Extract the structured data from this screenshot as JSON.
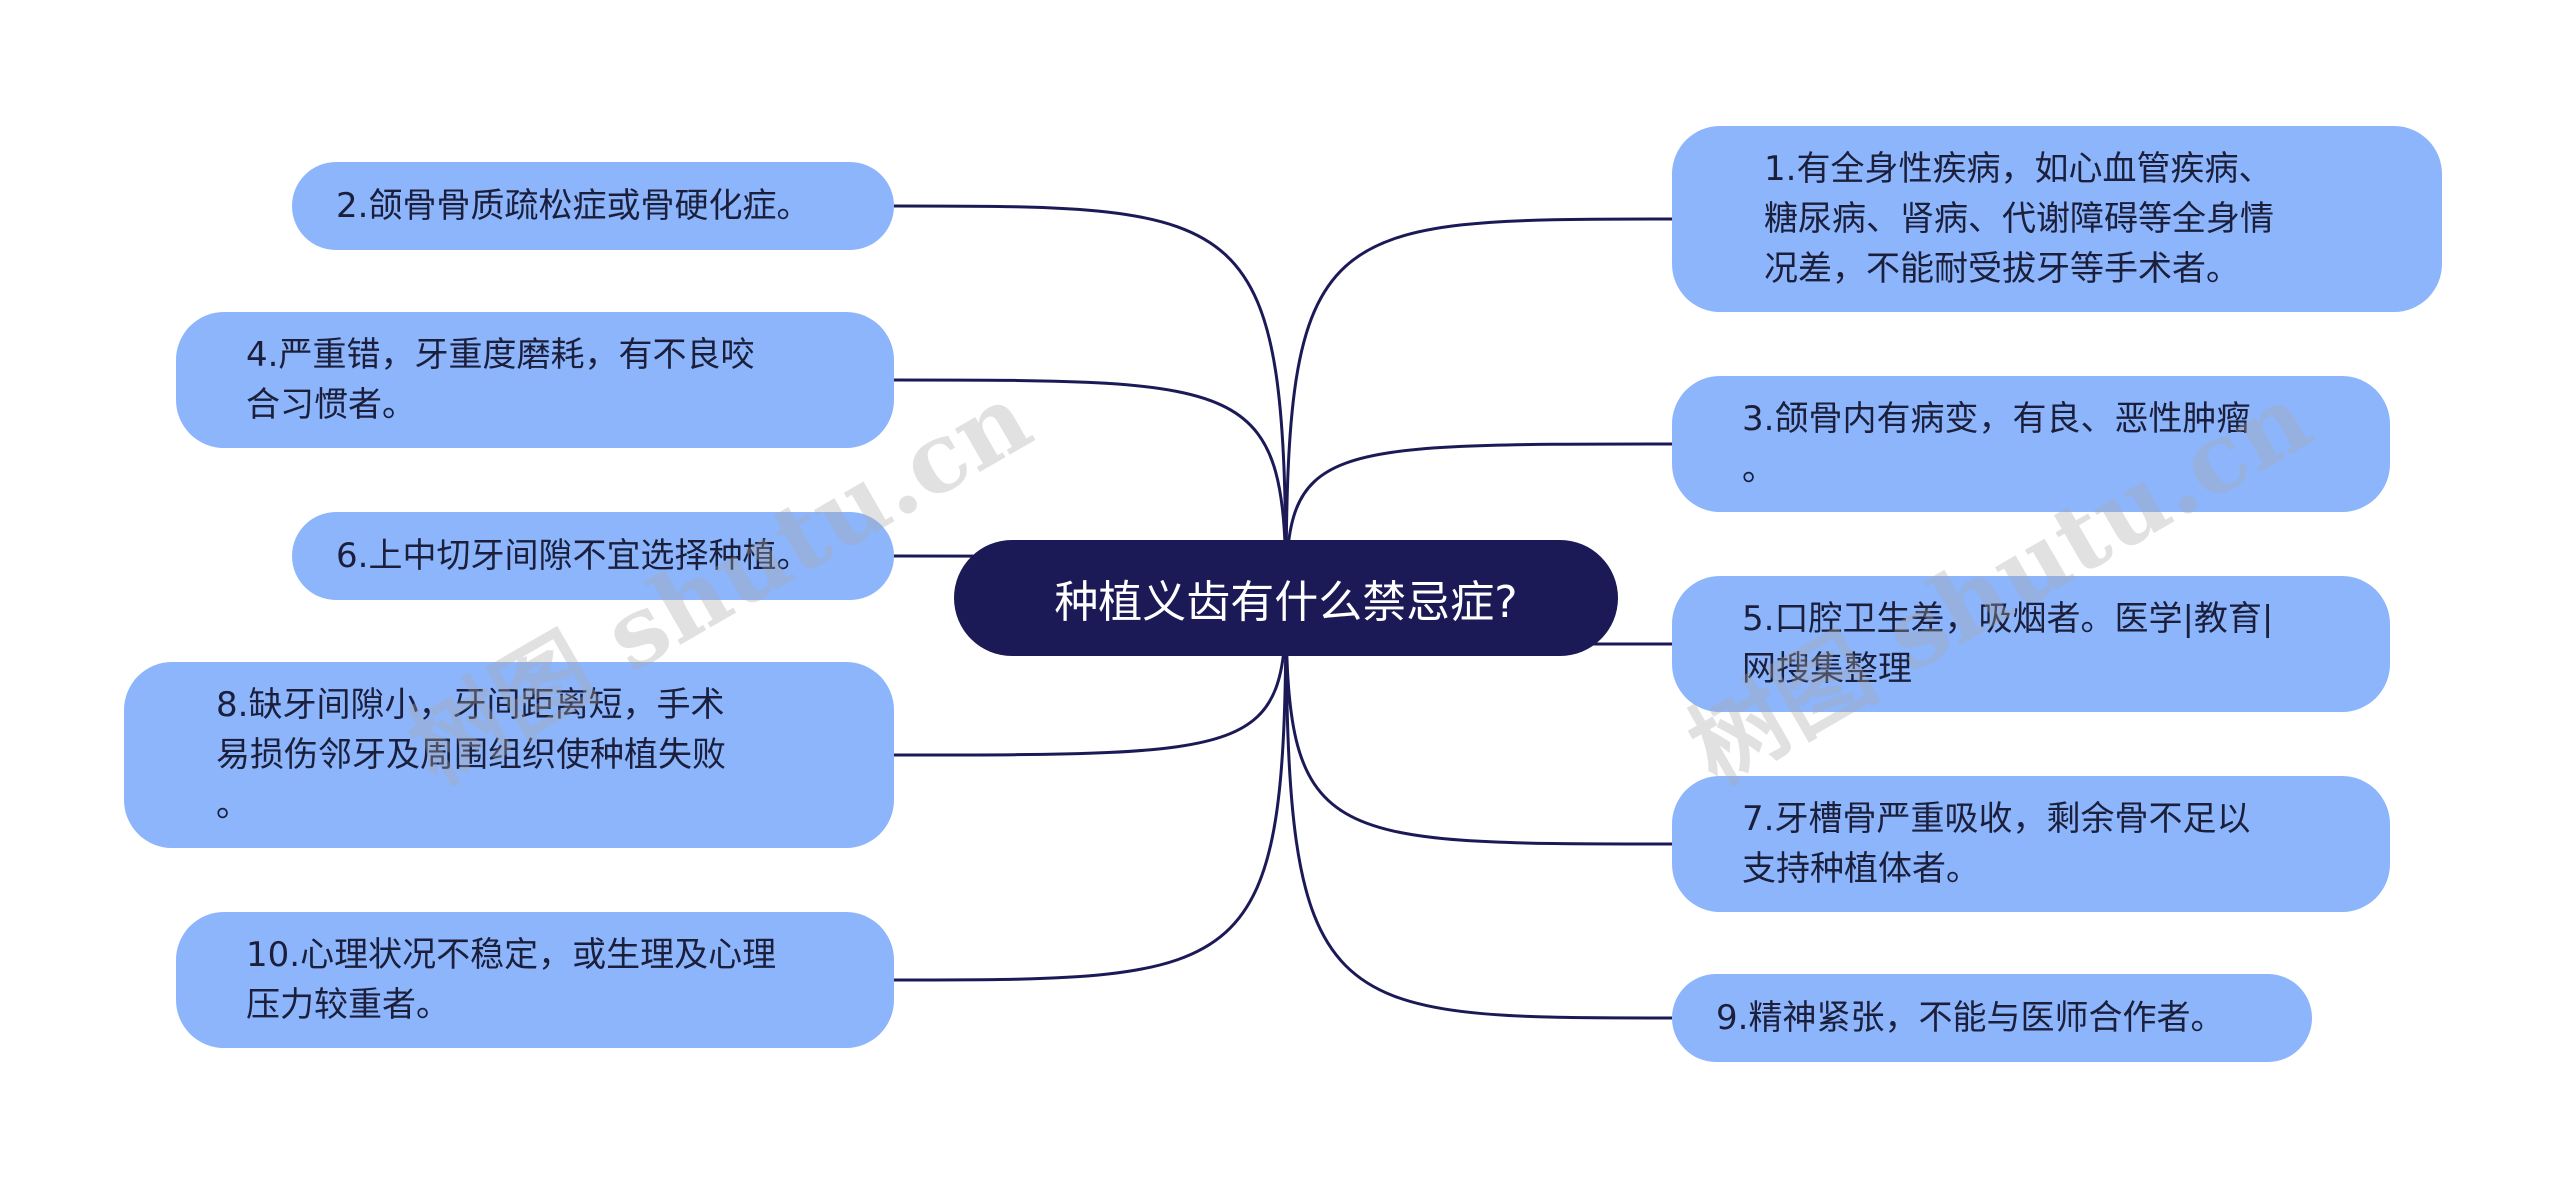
{
  "center": {
    "label": "种植义齿有什么禁忌症?"
  },
  "nodes": [
    {
      "id": "n1",
      "label": "1.有全身性疾病，如心血管疾病、\n糖尿病、肾病、代谢障碍等全身情\n况差，不能耐受拔牙等手术者。"
    },
    {
      "id": "n2",
      "label": "2.颌骨骨质疏松症或骨硬化症。"
    },
    {
      "id": "n3",
      "label": "3.颌骨内有病变，有良、恶性肿瘤\n。"
    },
    {
      "id": "n4",
      "label": "4.严重错，牙重度磨耗，有不良咬\n合习惯者。"
    },
    {
      "id": "n5",
      "label": "5.口腔卫生差，吸烟者。医学|教育|\n网搜集整理"
    },
    {
      "id": "n6",
      "label": "6.上中切牙间隙不宜选择种植。"
    },
    {
      "id": "n7",
      "label": "7.牙槽骨严重吸收，剩余骨不足以\n支持种植体者。"
    },
    {
      "id": "n8",
      "label": "8.缺牙间隙小，牙间距离短，手术\n易损伤邻牙及周围组织使种植失败\n。"
    },
    {
      "id": "n9",
      "label": "9.精神紧张，不能与医师合作者。"
    },
    {
      "id": "n10",
      "label": "10.心理状况不稳定，或生理及心理\n压力较重者。"
    }
  ],
  "watermarks": [
    "树图 shutu.cn",
    "树图 shutu.cn"
  ],
  "colors": {
    "node_fill": "#8cb5fc",
    "center_fill": "#1b1a57",
    "connector": "#1b1a57",
    "node_text": "#1b1f3b"
  }
}
